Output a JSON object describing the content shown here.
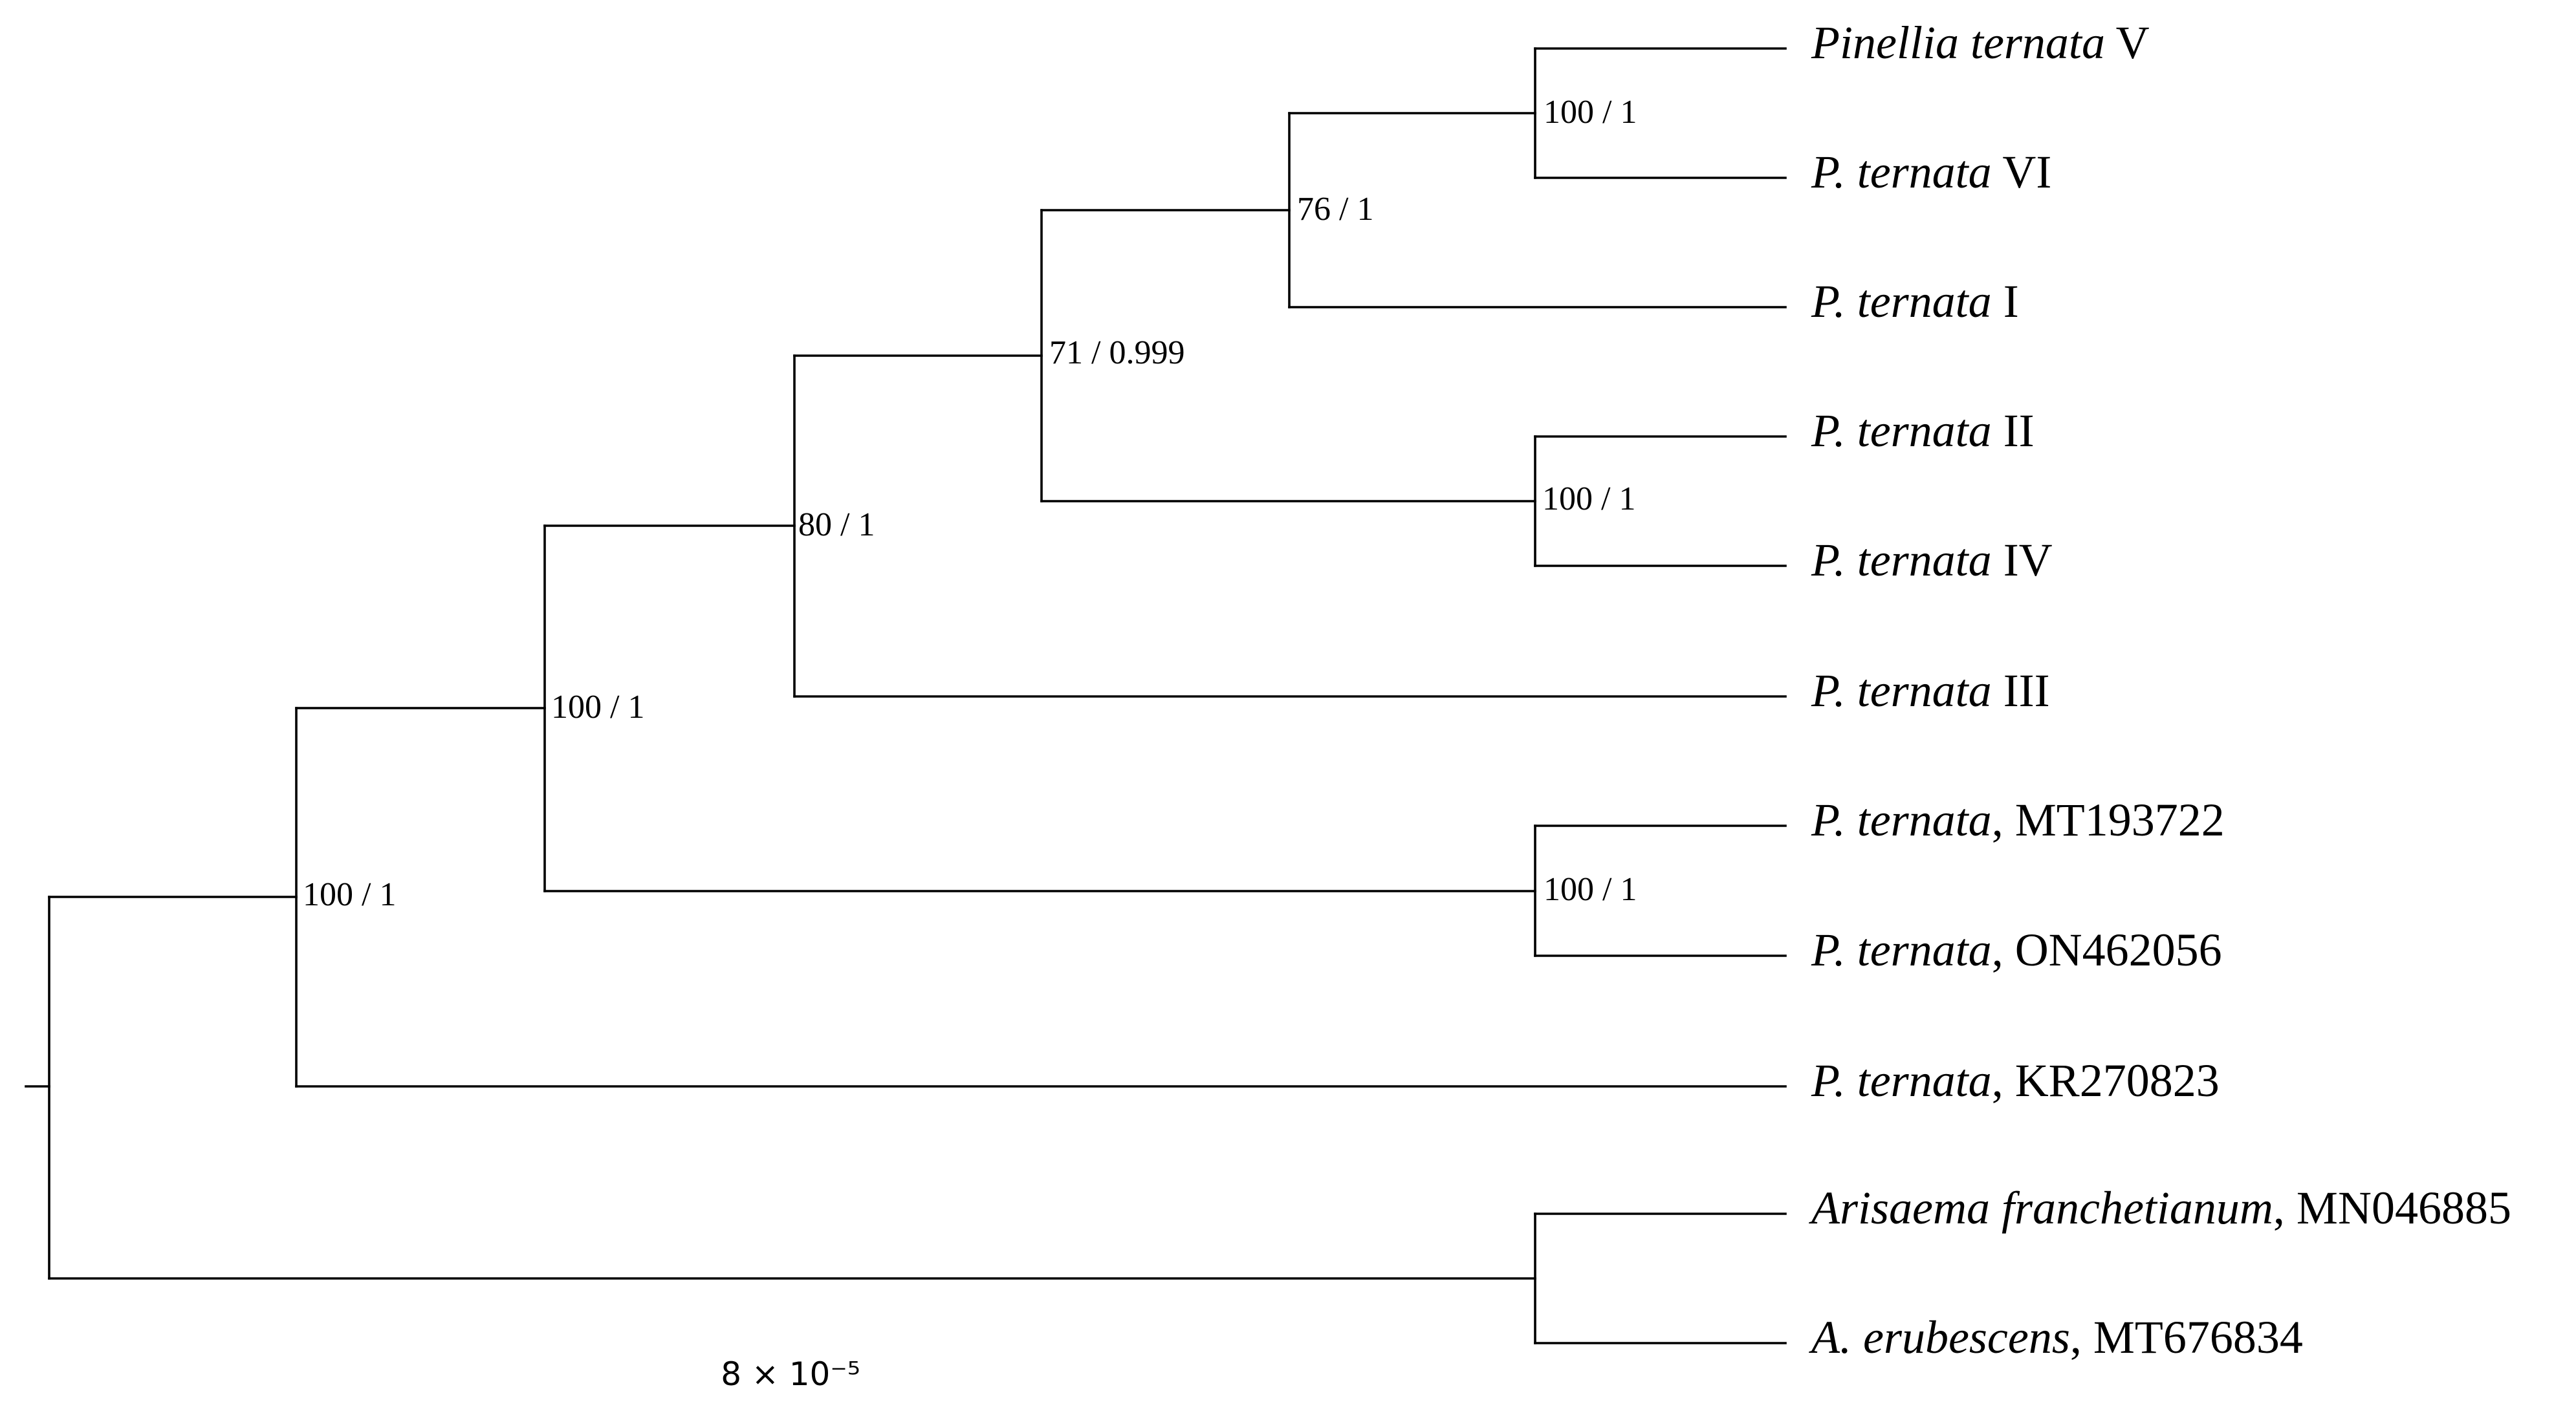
{
  "tree": {
    "taxa": [
      {
        "id": "t1",
        "italic": "Pinellia ternata",
        "plain": " V"
      },
      {
        "id": "t2",
        "italic": "P. ternata",
        "plain": " VI"
      },
      {
        "id": "t3",
        "italic": "P. ternata",
        "plain": " I"
      },
      {
        "id": "t4",
        "italic": "P. ternata",
        "plain": " II"
      },
      {
        "id": "t5",
        "italic": "P. ternata",
        "plain": " IV"
      },
      {
        "id": "t6",
        "italic": "P. ternata",
        "plain": " III"
      },
      {
        "id": "t7",
        "italic": "P. ternata",
        "plain": ", MT193722"
      },
      {
        "id": "t8",
        "italic": "P. ternata",
        "plain": ", ON462056"
      },
      {
        "id": "t9",
        "italic": "P. ternata",
        "plain": ", KR270823"
      },
      {
        "id": "t10",
        "italic": "Arisaema franchetianum",
        "plain": ", MN046885"
      },
      {
        "id": "t11",
        "italic": "A. erubescens",
        "plain": ", MT676834"
      }
    ],
    "support_values": {
      "n_v_vi": "100 / 1",
      "n_v_vi_i": "76 / 1",
      "n_ii_iv": "100 / 1",
      "n_core": "71 / 0.999",
      "n_core_iii": "80 / 1",
      "n_mt_on": "100 / 1",
      "n_ingroup": "100 / 1",
      "n_pinellia": "100 / 1"
    },
    "scale_label": "8 × 10⁻⁵"
  }
}
